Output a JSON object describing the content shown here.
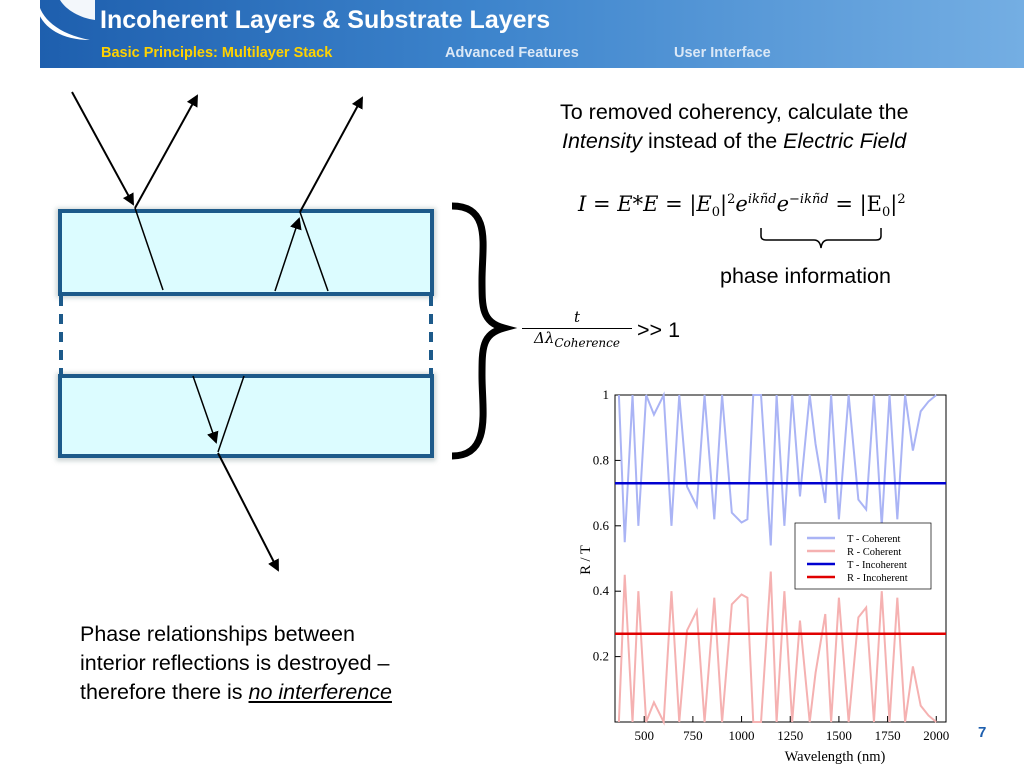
{
  "header": {
    "title": "Incoherent Layers & Substrate Layers",
    "nav": [
      {
        "label": "Basic Principles: Multilayer Stack",
        "active": true
      },
      {
        "label": "Advanced Features",
        "active": false
      },
      {
        "label": "User Interface",
        "active": false
      }
    ],
    "colors": {
      "active": "#ffd200",
      "inactive": "#dbe8f6",
      "bar_start": "#1e5fae",
      "bar_end": "#74aee3"
    }
  },
  "intro": {
    "line1": "To removed coherency, calculate the",
    "italic1": "Intensity",
    "mid": " instead of the ",
    "italic2": "Electric Field"
  },
  "equation": {
    "lhs": "I = E*E = |E",
    "sub0": "0",
    "pow2": "2",
    "e1": "e",
    "exp1": "ikñd",
    "e2": "e",
    "exp2": "−ikñd",
    "rhs": " = |E",
    "rhs_sub": "0",
    "rhs_pow": "2",
    "brace_label": "phase information"
  },
  "condition": {
    "numerator": "t",
    "denominator": "Δλ",
    "denominator_sub": "Coherence",
    "relation": ">> 1"
  },
  "bottom_text": {
    "line1": "Phase relationships between",
    "line2": "interior reflections is destroyed –",
    "line3_prefix": "therefore there is ",
    "line3_emph": "no interference"
  },
  "page_number": "7",
  "chart_data": {
    "type": "line",
    "xlabel": "Wavelength (nm)",
    "ylabel": "R / T",
    "xlim": [
      350,
      2050
    ],
    "ylim": [
      0,
      1
    ],
    "xticks": [
      500,
      750,
      1000,
      1250,
      1500,
      1750,
      2000
    ],
    "yticks": [
      0.2,
      0.4,
      0.6,
      0.8,
      1
    ],
    "ytick_labels": [
      "0.2",
      "0.4",
      "0.6",
      "0.8",
      "1"
    ],
    "x": [
      370,
      400,
      440,
      470,
      510,
      550,
      600,
      640,
      680,
      720,
      770,
      810,
      860,
      900,
      950,
      1000,
      1030,
      1060,
      1100,
      1150,
      1180,
      1220,
      1260,
      1300,
      1350,
      1380,
      1430,
      1460,
      1500,
      1550,
      1600,
      1640,
      1680,
      1720,
      1760,
      1800,
      1840,
      1880,
      1920,
      1960,
      2000
    ],
    "series": [
      {
        "name": "T - Coherent",
        "color": "#aab4f5",
        "values": [
          1,
          0.55,
          1,
          0.6,
          1,
          0.94,
          1,
          0.6,
          1,
          0.72,
          0.66,
          1,
          0.62,
          1,
          0.64,
          0.61,
          0.62,
          1,
          1,
          0.54,
          1,
          0.6,
          1,
          0.69,
          1,
          0.85,
          0.67,
          1,
          0.62,
          1,
          0.68,
          0.65,
          1,
          0.6,
          1,
          0.62,
          1,
          0.83,
          0.95,
          0.98,
          1
        ],
        "name_label_key": "T - Coherent"
      },
      {
        "name": "R - Coherent",
        "color": "#f5b1b1",
        "values": [
          0,
          0.45,
          0,
          0.4,
          0,
          0.06,
          0,
          0.4,
          0,
          0.28,
          0.34,
          0,
          0.38,
          0,
          0.36,
          0.39,
          0.38,
          0,
          0,
          0.46,
          0,
          0.4,
          0,
          0.31,
          0,
          0.15,
          0.33,
          0,
          0.38,
          0,
          0.32,
          0.35,
          0,
          0.4,
          0,
          0.38,
          0,
          0.17,
          0.05,
          0.02,
          0
        ]
      },
      {
        "name": "T - Incoherent",
        "color": "#0000d0",
        "constant": 0.73
      },
      {
        "name": "R - Incoherent",
        "color": "#e00000",
        "constant": 0.27
      }
    ],
    "legend_position": "center-right",
    "grid": false
  }
}
